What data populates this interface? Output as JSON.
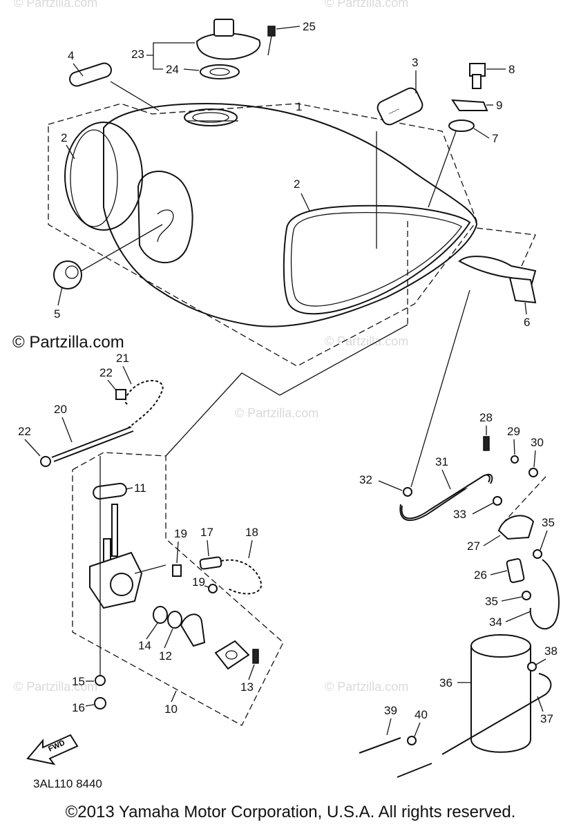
{
  "watermarks": [
    "© Partzilla.com",
    "© Partzilla.com",
    "© Partzilla.com",
    "© Partzilla.com",
    "© Partzilla.com",
    "© Partzilla.com"
  ],
  "brand_watermark": "© Partzilla.com",
  "drawing_code": "3AL110 8440",
  "fwd_arrow_text": "FWD",
  "copyright": "©2013  Yamaha Motor Corporation, U.S.A. All rights reserved.",
  "callouts": [
    "1",
    "2",
    "2",
    "3",
    "4",
    "5",
    "6",
    "7",
    "8",
    "9",
    "10",
    "11",
    "12",
    "13",
    "14",
    "15",
    "16",
    "17",
    "18",
    "19",
    "19",
    "20",
    "21",
    "22",
    "22",
    "23",
    "24",
    "25",
    "26",
    "27",
    "28",
    "29",
    "30",
    "31",
    "32",
    "33",
    "34",
    "35",
    "35",
    "36",
    "37",
    "38",
    "39",
    "40"
  ]
}
